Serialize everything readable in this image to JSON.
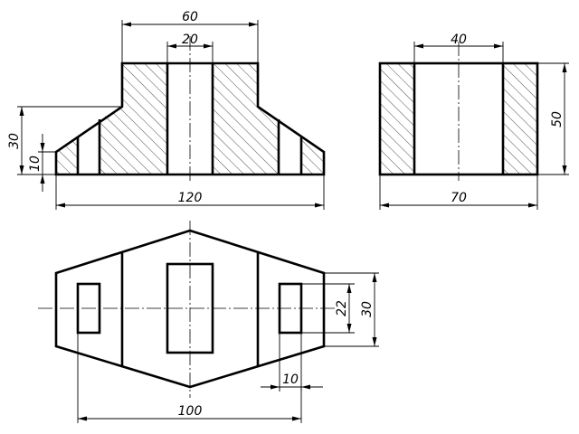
{
  "views": {
    "front": {
      "dim_top_width": "60",
      "dim_slot_width": "20",
      "dim_base_height": "30",
      "dim_step_height": "10",
      "dim_total_width": "120"
    },
    "side": {
      "dim_slot_width": "40",
      "dim_height": "50",
      "dim_width": "70"
    },
    "top": {
      "dim_hole_width": "22",
      "dim_body_width": "30",
      "dim_hole_length": "10",
      "dim_length": "100"
    }
  }
}
